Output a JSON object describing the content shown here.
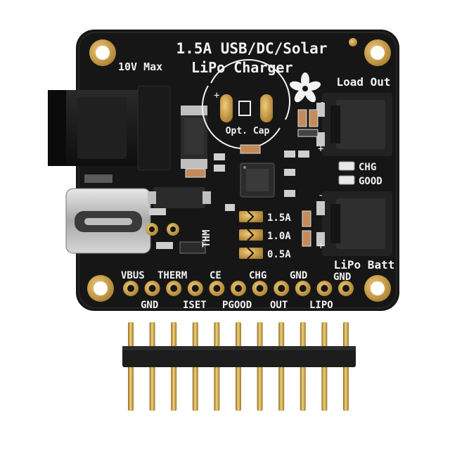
{
  "board": {
    "title_line1": "1.5A USB/DC/Solar",
    "title_line2_prefix": "10V Max",
    "title_line2_main": "LiPo Charger",
    "load_out": "Load Out",
    "lipo_batt": "LiPo Batt",
    "opt_cap": "Opt. Cap",
    "chg": "CHG",
    "good": "GOOD",
    "thm": "THM",
    "current_settings": [
      "1.5A",
      "1.0A",
      "0.5A"
    ],
    "pins_top": [
      "VBUS",
      "THERM",
      "CE",
      "CHG",
      "GND",
      "GND"
    ],
    "pins_bottom": [
      "GND",
      "ISET",
      "PGOOD",
      "OUT",
      "LIPO"
    ],
    "plus": "+",
    "minus": "-",
    "colors": {
      "pcb": "#161616",
      "silkscreen": "#f2f2f2",
      "gold": "#c99a3a",
      "header_plastic": "#1d1d1d"
    }
  }
}
